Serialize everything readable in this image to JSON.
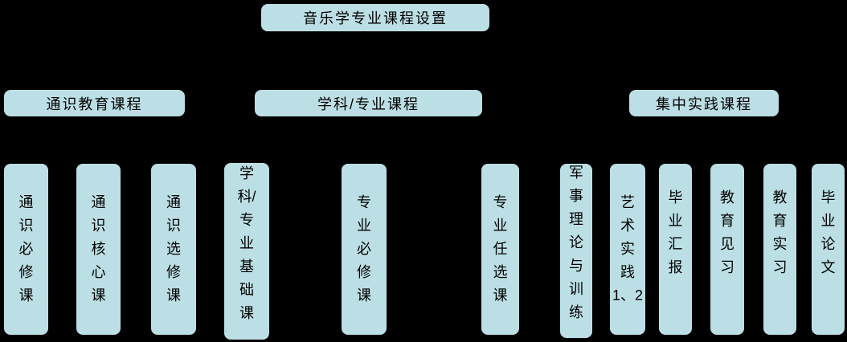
{
  "diagram": {
    "colors": {
      "background": "#000000",
      "box_fill": "#bcdfe5",
      "box_border": "#000000",
      "text": "#000000"
    },
    "root": {
      "label": "音乐学专业课程设置"
    },
    "categories": [
      {
        "label": "通识教育课程"
      },
      {
        "label": "学科/专业课程"
      },
      {
        "label": "集中实践课程"
      }
    ],
    "courses": [
      {
        "label": "通识必修课",
        "display": "通\n识\n必\n修\n课"
      },
      {
        "label": "通识核心课",
        "display": "通\n识\n核\n心\n课"
      },
      {
        "label": "通识选修课",
        "display": "通\n识\n选\n修\n课"
      },
      {
        "label": "学科/专业基础课",
        "display": "学\n科/\n专\n业\n基\n础\n课"
      },
      {
        "label": "专业必修课",
        "display": "专\n业\n必\n修\n课"
      },
      {
        "label": "专业任选课",
        "display": "专\n业\n任\n选\n课"
      },
      {
        "label": "军事理论与训练",
        "display": "军\n事\n理\n论\n与\n训\n练"
      },
      {
        "label": "艺术实践1、2",
        "display": "艺\n术\n实\n践\n1、2"
      },
      {
        "label": "毕业汇报",
        "display": "毕\n业\n汇\n报"
      },
      {
        "label": "教育见习",
        "display": "教\n育\n见\n习"
      },
      {
        "label": "教育实习",
        "display": "教\n育\n实\n习"
      },
      {
        "label": "毕业论文",
        "display": "毕\n业\n论\n文"
      }
    ]
  }
}
